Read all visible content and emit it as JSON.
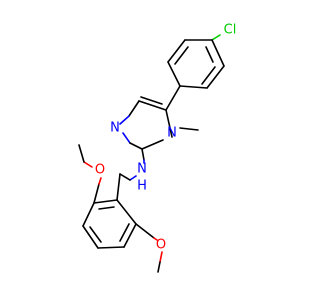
{
  "molecule": {
    "atoms": {
      "chlorine": {
        "symbol": "Cl",
        "color": "#00cc00"
      },
      "imidazole_n3": {
        "symbol": "N",
        "color": "#0000ff"
      },
      "imidazole_n1": {
        "symbol": "N",
        "color": "#0000ff"
      },
      "amine_n": {
        "symbol": "N",
        "color": "#0000ff"
      },
      "amine_h": {
        "symbol": "H",
        "color": "#0000ff"
      },
      "methoxy_o_upper": {
        "symbol": "O",
        "color": "#ff0000"
      },
      "methoxy_o_lower": {
        "symbol": "O",
        "color": "#ff0000"
      }
    }
  }
}
